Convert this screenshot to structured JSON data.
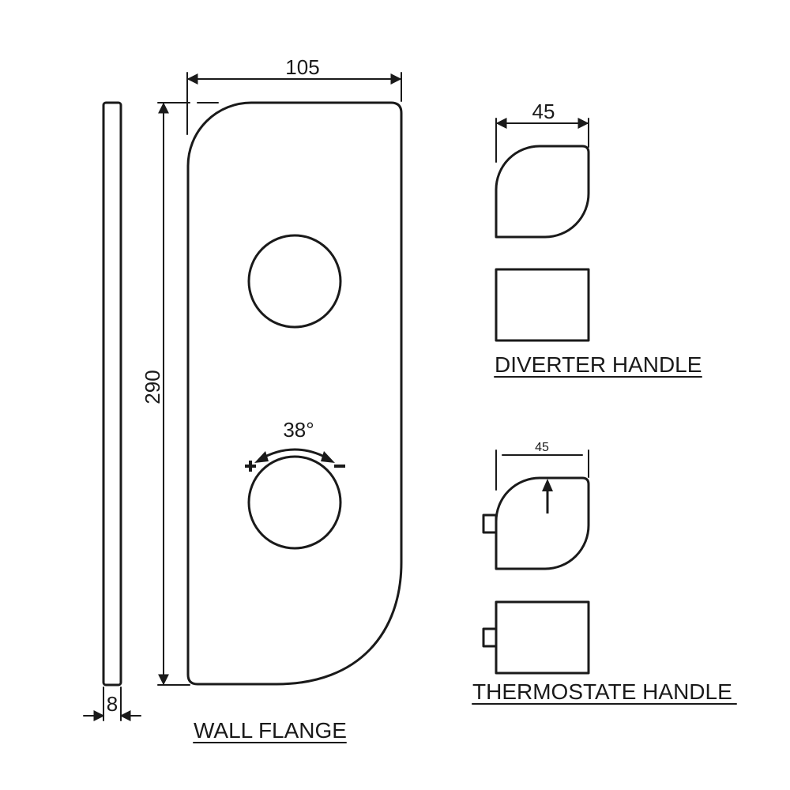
{
  "labels": {
    "wall_flange": "WALL FLANGE",
    "diverter_handle": "DIVERTER HANDLE",
    "thermostate_handle": "THERMOSTATE  HANDLE"
  },
  "dimensions": {
    "flange_width": "105",
    "flange_height": "290",
    "flange_thickness": "8",
    "diverter_width": "45",
    "thermostate_width": "45",
    "rotation_angle": "38°"
  },
  "colors": {
    "line": "#1a1a1a",
    "background": "#ffffff"
  }
}
